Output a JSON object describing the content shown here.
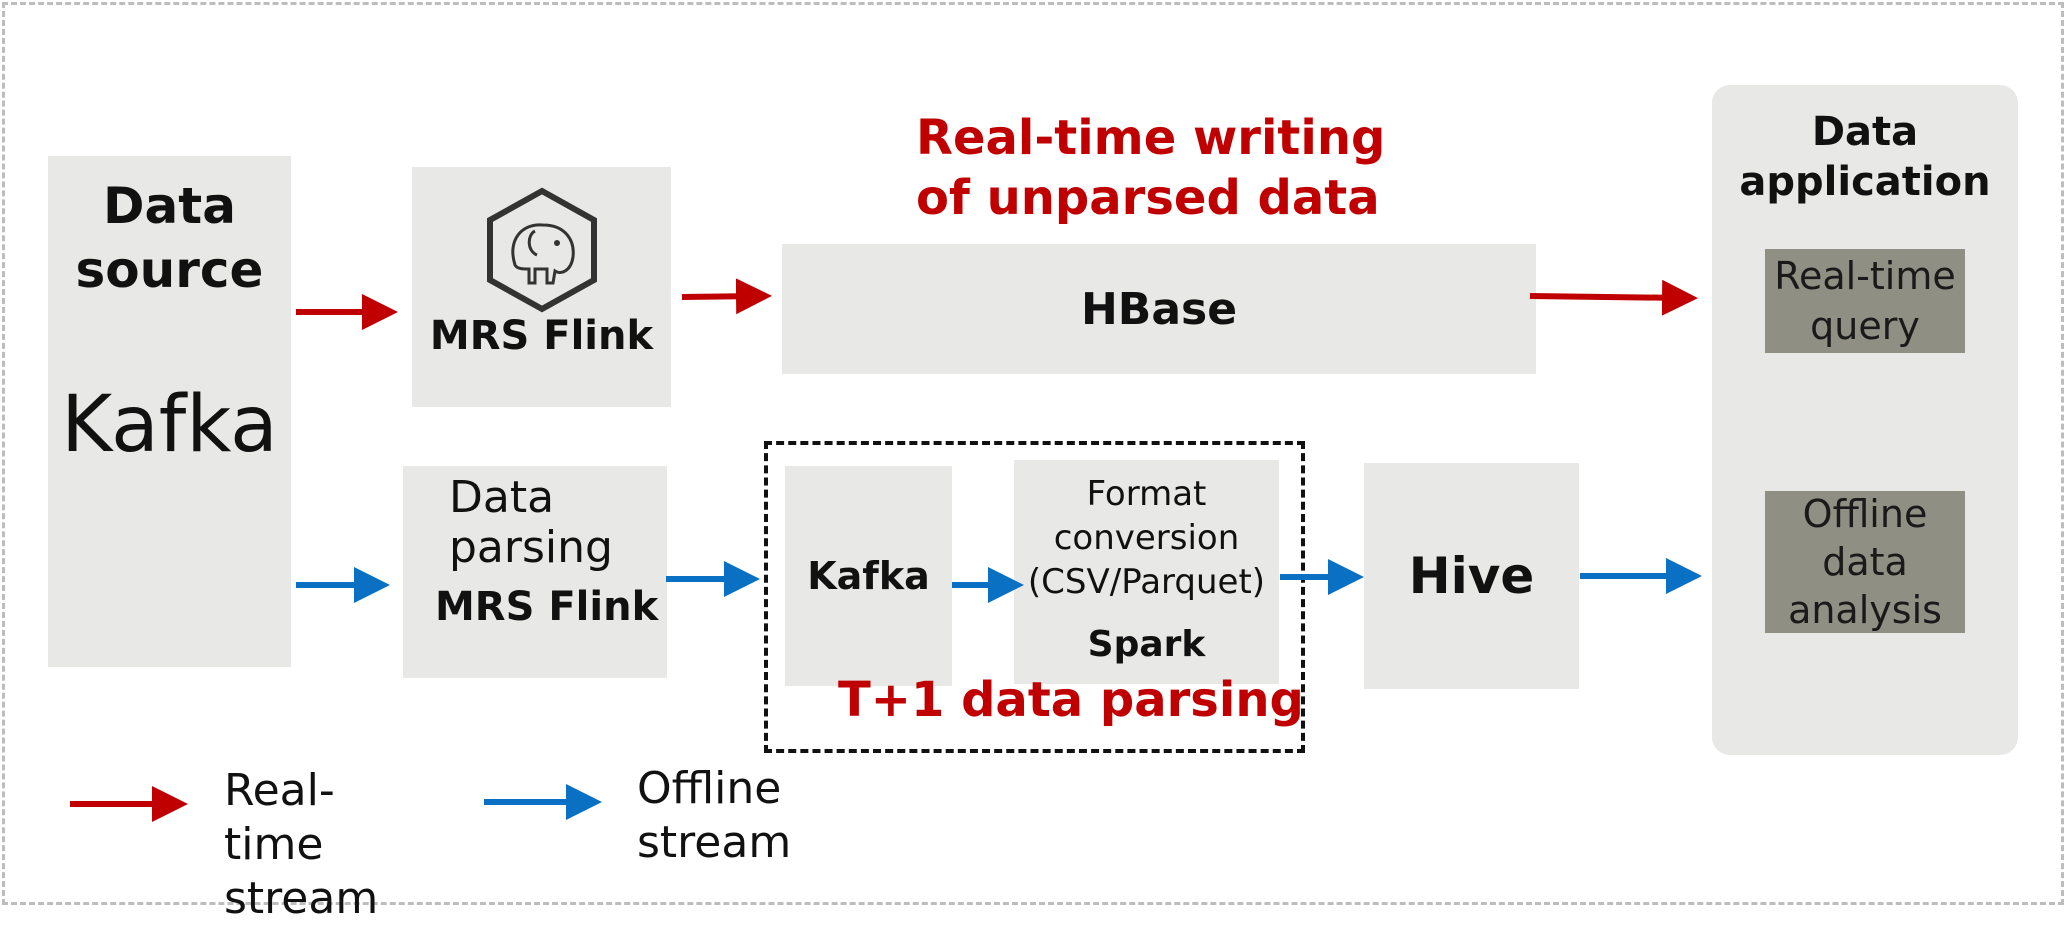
{
  "source": {
    "title": "Data source",
    "kafka": "Kafka"
  },
  "flink_top": {
    "label": "MRS Flink",
    "icon": "elephant-hexagon-icon"
  },
  "caption_realtime_write": "Real-time writing of unparsed data",
  "hbase": "HBase",
  "parsing": {
    "line1": "Data",
    "line2": "parsing",
    "engine": "MRS Flink"
  },
  "t1_group": {
    "kafka": "Kafka",
    "format": "Format conversion (CSV/Parquet)",
    "spark": "Spark",
    "caption": "T+1 data parsing"
  },
  "hive": "Hive",
  "application": {
    "title": "Data application",
    "realtime_query": "Real-time query",
    "offline_analysis": "Offline data analysis"
  },
  "legend": {
    "realtime": "Real-time stream",
    "offline": "Offline stream"
  },
  "colors": {
    "realtime": "#c00000",
    "offline": "#0a70c4",
    "box": "#e8e8e6",
    "dark_box": "#8f8f83"
  }
}
